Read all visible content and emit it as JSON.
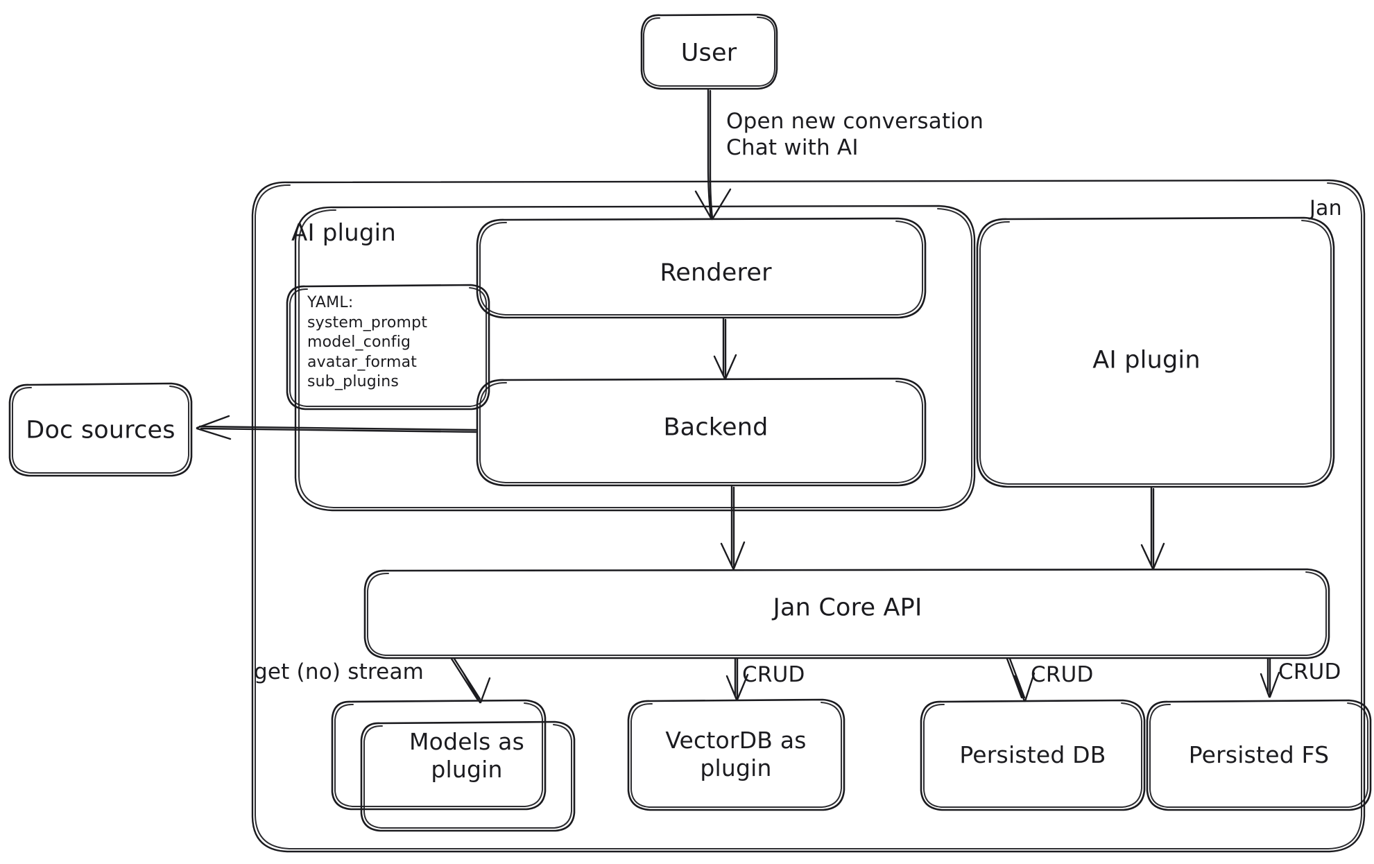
{
  "diagram": {
    "title": "Jan architecture diagram",
    "style": "hand-drawn whiteboard sketch",
    "stroke_color": "#1b1b1f",
    "background_color": "#ffffff"
  },
  "nodes": {
    "user": {
      "label": "User"
    },
    "jan_container": {
      "label": "Jan"
    },
    "ai_plugin_group": {
      "label": "AI plugin"
    },
    "yaml_note": {
      "heading": "YAML:",
      "items": [
        "system_prompt",
        "model_config",
        "avatar_format",
        "sub_plugins"
      ],
      "full_text": "YAML:\nsystem_prompt\nmodel_config\navatar_format\nsub_plugins"
    },
    "renderer": {
      "label": "Renderer"
    },
    "backend": {
      "label": "Backend"
    },
    "ai_plugin_box": {
      "label": "AI plugin"
    },
    "doc_sources": {
      "label": "Doc sources"
    },
    "jan_core_api": {
      "label": "Jan Core API"
    },
    "models_plugin": {
      "label": "Models as\nplugin",
      "line1": "Models as",
      "line2": "plugin"
    },
    "vectordb_plugin": {
      "label": "VectorDB as\nplugin",
      "line1": "VectorDB as",
      "line2": "plugin"
    },
    "persisted_db": {
      "label": "Persisted DB"
    },
    "persisted_fs": {
      "label": "Persisted FS"
    }
  },
  "edges": {
    "user_to_renderer": {
      "label": "Open new conversation\nChat with AI",
      "line1": "Open new conversation",
      "line2": "Chat with AI",
      "from": "User",
      "to": "Renderer"
    },
    "renderer_to_backend": {
      "label": "",
      "from": "Renderer",
      "to": "Backend"
    },
    "backend_to_doc_sources": {
      "label": "",
      "from": "Backend",
      "to": "Doc sources"
    },
    "backend_to_core": {
      "label": "",
      "from": "Backend",
      "to": "Jan Core API"
    },
    "ai_plugin_to_core": {
      "label": "",
      "from": "AI plugin",
      "to": "Jan Core API"
    },
    "core_to_models": {
      "label": "get (no) stream",
      "from": "Jan Core API",
      "to": "Models as plugin"
    },
    "core_to_vectordb": {
      "label": "CRUD",
      "from": "Jan Core API",
      "to": "VectorDB as plugin"
    },
    "core_to_persisted_db": {
      "label": "CRUD",
      "from": "Jan Core API",
      "to": "Persisted DB"
    },
    "core_to_persisted_fs": {
      "label": "CRUD",
      "from": "Jan Core API",
      "to": "Persisted FS"
    }
  }
}
